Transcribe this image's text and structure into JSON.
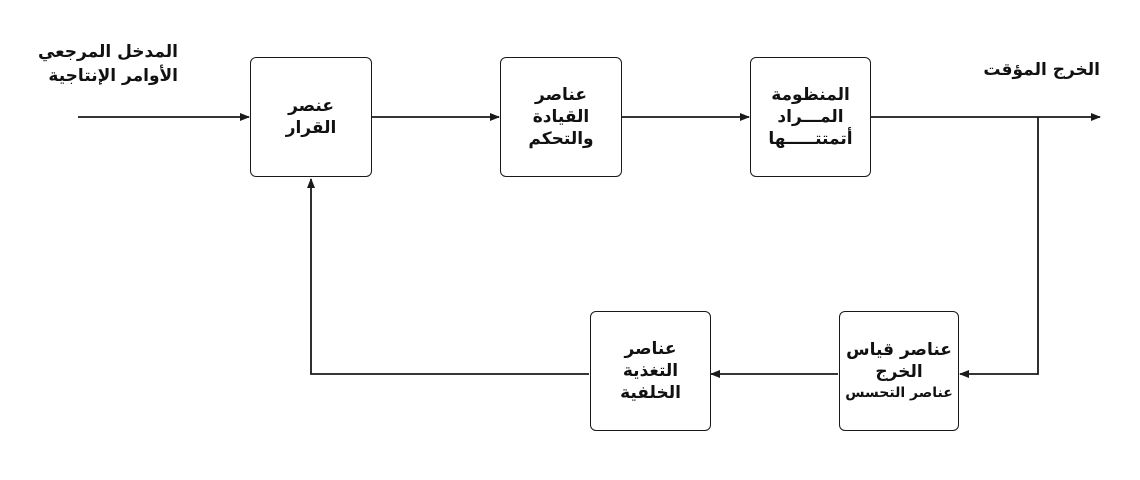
{
  "input_label": {
    "line1": "المدخل المرجعي",
    "line2": "الأوامر الإنتاجية"
  },
  "output_label": "الخرج المؤقت",
  "blocks": {
    "decision": {
      "lines": [
        "عنصر",
        "القرار"
      ]
    },
    "control": {
      "lines": [
        "عناصر",
        "القيادة",
        "والتحكم"
      ]
    },
    "plant": {
      "lines": [
        "المنظومة",
        "المـــراد",
        "أتمتتـــــها"
      ]
    },
    "measurement": {
      "lines": [
        "عناصر قياس",
        "الخرج"
      ],
      "sub": "عناصر التحسس"
    },
    "feedback": {
      "lines": [
        "عناصر",
        "التغذية",
        "الخلفية"
      ]
    }
  },
  "colors": {
    "line": "#1a1a1a",
    "text": "#111111",
    "background": "#ffffff"
  }
}
